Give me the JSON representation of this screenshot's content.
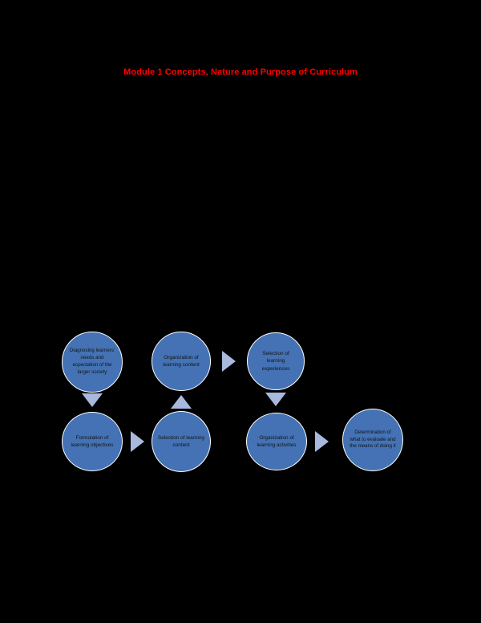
{
  "document": {
    "background_color": "#000000",
    "title": "Module 1 Concepts, Nature and Purpose of Curriculum",
    "title_color": "#ff0000"
  },
  "diagram": {
    "type": "flow-diagram",
    "node_fill_color": "#4472b4",
    "node_border_color": "#ffffff",
    "node_text_color": "#111418",
    "arrow_color": "#a8b9dd",
    "nodes": [
      {
        "id": "diagnosing",
        "label": "Diagnosing learners' needs and ecpectation of the larger society",
        "row": "top",
        "column": 1
      },
      {
        "id": "organization-content",
        "label": "Organization of learning content",
        "row": "top",
        "column": 2
      },
      {
        "id": "selection-experiences",
        "label": "Selection of learning experiences",
        "row": "top",
        "column": 3
      },
      {
        "id": "formulation",
        "label": "Formulation of learning objectives",
        "row": "bottom",
        "column": 1
      },
      {
        "id": "selection-content",
        "label": "Selection of learning content",
        "row": "bottom",
        "column": 2
      },
      {
        "id": "organization-activities",
        "label": "Organization of learning activities",
        "row": "bottom",
        "column": 3
      },
      {
        "id": "determination",
        "label": "Determination of what to evaluate and the means of doing it",
        "row": "bottom",
        "column": 4
      }
    ],
    "arrows": [
      {
        "id": "diagnosing-to-formulation",
        "from": "diagnosing",
        "to": "formulation",
        "direction": "down"
      },
      {
        "id": "formulation-to-selection-content",
        "from": "formulation",
        "to": "selection-content",
        "direction": "right"
      },
      {
        "id": "selection-content-to-organization-content",
        "from": "selection-content",
        "to": "organization-content",
        "direction": "up"
      },
      {
        "id": "organization-content-to-selection-experiences",
        "from": "organization-content",
        "to": "selection-experiences",
        "direction": "right"
      },
      {
        "id": "selection-experiences-to-organization-activities",
        "from": "selection-experiences",
        "to": "organization-activities",
        "direction": "down"
      },
      {
        "id": "organization-activities-to-determination",
        "from": "organization-activities",
        "to": "determination",
        "direction": "right"
      }
    ]
  }
}
